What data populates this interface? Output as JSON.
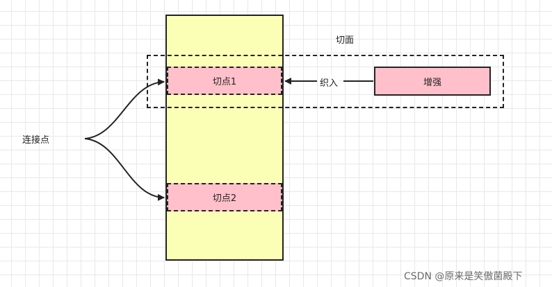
{
  "diagram": {
    "aspect_label": "切面",
    "pointcut_1": "切点1",
    "pointcut_2": "切点2",
    "advice": "增强",
    "weave_label": "织入",
    "join_point_label": "连接点"
  },
  "watermark": "CSDN @原来是笑傲菌殿下",
  "colors": {
    "column_fill": "#fbffb6",
    "box_fill": "#ffc0cb",
    "stroke": "#222222"
  }
}
